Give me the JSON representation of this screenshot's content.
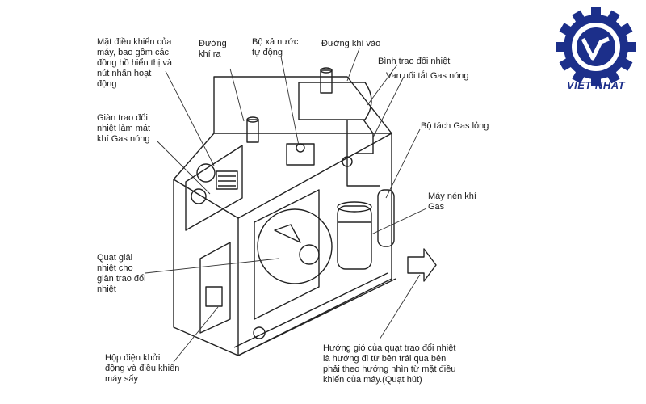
{
  "brand": {
    "name": "VIET NHAT",
    "color": "#1c2f8a"
  },
  "labels": {
    "control_panel": "Mặt điều khiển của\nmáy, bao gồm các\nđồng hồ hiển thị và\nnút nhấn hoạt\nđộng",
    "air_out": "Đường\nkhí ra",
    "auto_drain": "Bộ xả nước\ntự động",
    "air_in": "Đường khí vào",
    "heat_exchanger": "Bình trao đổi nhiệt",
    "hot_gas_bypass": "Van nối tắt Gas nóng",
    "condenser": "Giàn trao đổi\nnhiệt làm mát\nkhí Gas nóng",
    "liquid_separator": "Bộ tách Gas lỏng",
    "compressor": "Máy nén khí\nGas",
    "cooling_fan": "Quạt giải\nnhiệt cho\ngiàn trao đổi\nnhiệt",
    "control_box": "Hộp điện khởi\nđộng và điều khiển\nmáy sấy",
    "airflow_note": "Hướng gió của quạt trao đổi nhiệt\nlà hướng đi từ bên trái qua bên\nphải theo hướng nhìn từ mặt điều\nkhiển của máy.(Quạt hút)"
  },
  "icons": [
    "gear-logo-icon",
    "airflow-arrow-icon"
  ]
}
